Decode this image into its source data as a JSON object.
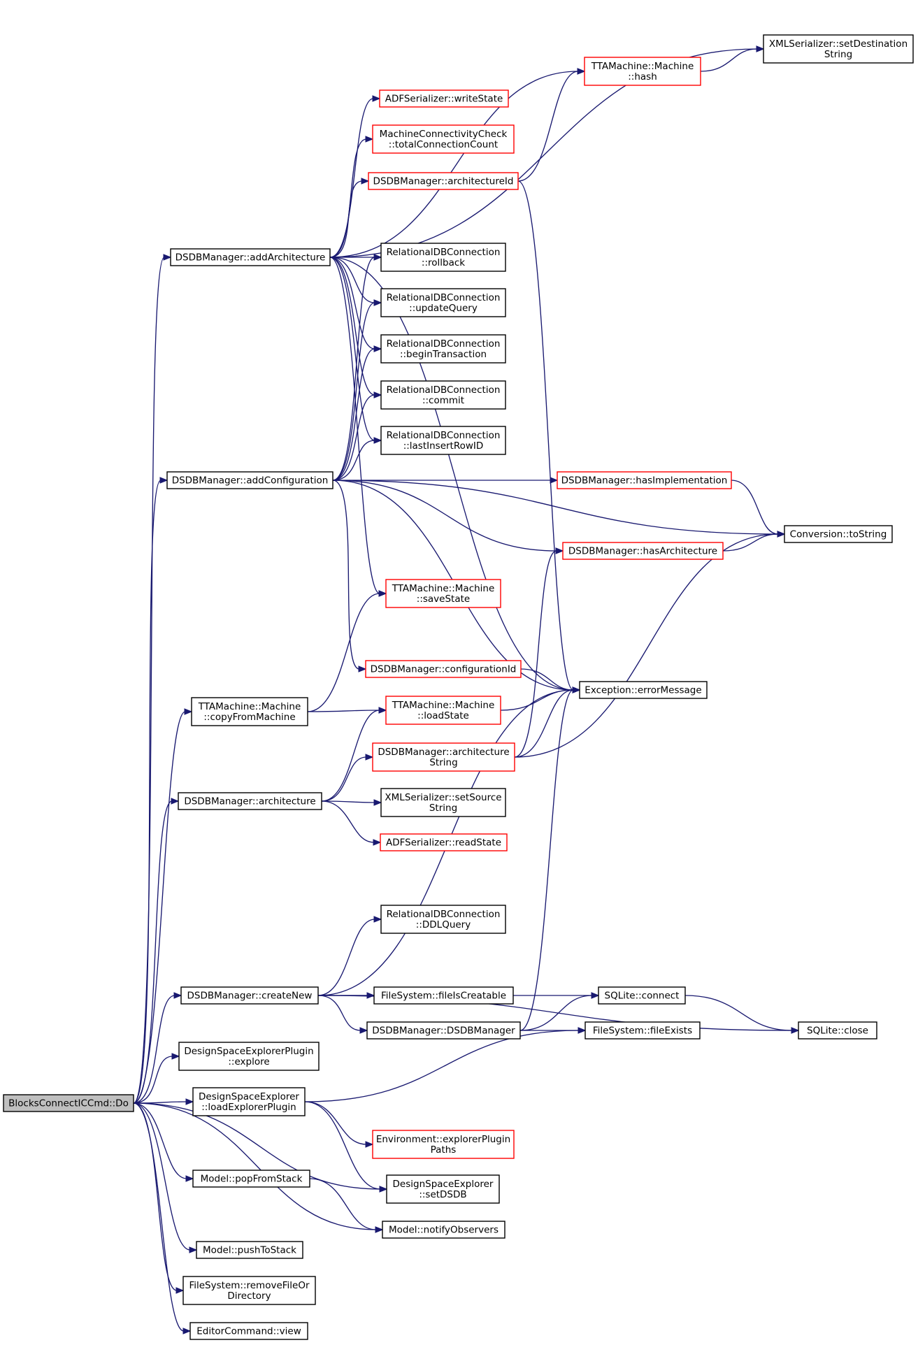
{
  "graph": {
    "title": "",
    "colors": {
      "edge": "#191970",
      "normal_border": "#000000",
      "truncated_border": "#ff0000",
      "root_fill": "#bfbfbf",
      "node_fill": "#ffffff"
    },
    "nodes": [
      {
        "id": "do",
        "name": "node-blocksconnecticcmd-do",
        "label": [
          "BlocksConnectICCmd::Do"
        ],
        "kind": "root"
      },
      {
        "id": "addArch",
        "name": "node-dsdbmanager-addarchitecture",
        "label": [
          "DSDBManager::addArchitecture"
        ],
        "kind": "normal"
      },
      {
        "id": "addConf",
        "name": "node-dsdbmanager-addconfiguration",
        "label": [
          "DSDBManager::addConfiguration"
        ],
        "kind": "normal"
      },
      {
        "id": "copyFrom",
        "name": "node-ttamachine-copyfrommachine",
        "label": [
          "TTAMachine::Machine",
          "::copyFromMachine"
        ],
        "kind": "normal"
      },
      {
        "id": "arch",
        "name": "node-dsdbmanager-architecture",
        "label": [
          "DSDBManager::architecture"
        ],
        "kind": "normal"
      },
      {
        "id": "createNew",
        "name": "node-dsdbmanager-createnew",
        "label": [
          "DSDBManager::createNew"
        ],
        "kind": "normal"
      },
      {
        "id": "explore",
        "name": "node-designspaceexplorerplugin-explore",
        "label": [
          "DesignSpaceExplorerPlugin",
          "::explore"
        ],
        "kind": "normal"
      },
      {
        "id": "loadPlugin",
        "name": "node-designspaceexplorer-loadexplorerplugin",
        "label": [
          "DesignSpaceExplorer",
          "::loadExplorerPlugin"
        ],
        "kind": "normal"
      },
      {
        "id": "popStack",
        "name": "node-model-popfromstack",
        "label": [
          "Model::popFromStack"
        ],
        "kind": "normal"
      },
      {
        "id": "pushStack",
        "name": "node-model-pushtostack",
        "label": [
          "Model::pushToStack"
        ],
        "kind": "normal"
      },
      {
        "id": "removeFile",
        "name": "node-filesystem-removefileordirectory",
        "label": [
          "FileSystem::removeFileOr",
          "Directory"
        ],
        "kind": "normal"
      },
      {
        "id": "view",
        "name": "node-editorcommand-view",
        "label": [
          "EditorCommand::view"
        ],
        "kind": "normal"
      },
      {
        "id": "writeState",
        "name": "node-adfserializer-writestate",
        "label": [
          "ADFSerializer::writeState"
        ],
        "kind": "truncated"
      },
      {
        "id": "totalConn",
        "name": "node-machineconnectivitycheck-totalconnectioncount",
        "label": [
          "MachineConnectivityCheck",
          "::totalConnectionCount"
        ],
        "kind": "truncated"
      },
      {
        "id": "archId",
        "name": "node-dsdbmanager-architectureid",
        "label": [
          "DSDBManager::architectureId"
        ],
        "kind": "truncated"
      },
      {
        "id": "rollback",
        "name": "node-relationaldbconnection-rollback",
        "label": [
          "RelationalDBConnection",
          "::rollback"
        ],
        "kind": "normal"
      },
      {
        "id": "updateQuery",
        "name": "node-relationaldbconnection-updatequery",
        "label": [
          "RelationalDBConnection",
          "::updateQuery"
        ],
        "kind": "normal"
      },
      {
        "id": "beginTx",
        "name": "node-relationaldbconnection-begintransaction",
        "label": [
          "RelationalDBConnection",
          "::beginTransaction"
        ],
        "kind": "normal"
      },
      {
        "id": "commit",
        "name": "node-relationaldbconnection-commit",
        "label": [
          "RelationalDBConnection",
          "::commit"
        ],
        "kind": "normal"
      },
      {
        "id": "lastRow",
        "name": "node-relationaldbconnection-lastinsertrowid",
        "label": [
          "RelationalDBConnection",
          "::lastInsertRowID"
        ],
        "kind": "normal"
      },
      {
        "id": "saveState",
        "name": "node-ttamachine-savestate",
        "label": [
          "TTAMachine::Machine",
          "::saveState"
        ],
        "kind": "truncated"
      },
      {
        "id": "confId",
        "name": "node-dsdbmanager-configurationid",
        "label": [
          "DSDBManager::configurationId"
        ],
        "kind": "truncated"
      },
      {
        "id": "loadState",
        "name": "node-ttamachine-loadstate",
        "label": [
          "TTAMachine::Machine",
          "::loadState"
        ],
        "kind": "truncated"
      },
      {
        "id": "archString",
        "name": "node-dsdbmanager-architecturestring",
        "label": [
          "DSDBManager::architecture",
          "String"
        ],
        "kind": "truncated"
      },
      {
        "id": "setSource",
        "name": "node-xmlserializer-setsourcestring",
        "label": [
          "XMLSerializer::setSource",
          "String"
        ],
        "kind": "normal"
      },
      {
        "id": "readState",
        "name": "node-adfserializer-readstate",
        "label": [
          "ADFSerializer::readState"
        ],
        "kind": "truncated"
      },
      {
        "id": "ddl",
        "name": "node-relationaldbconnection-ddlquery",
        "label": [
          "RelationalDBConnection",
          "::DDLQuery"
        ],
        "kind": "normal"
      },
      {
        "id": "fileCreatable",
        "name": "node-filesystem-fileiscreatable",
        "label": [
          "FileSystem::fileIsCreatable"
        ],
        "kind": "normal"
      },
      {
        "id": "dsdbCtor",
        "name": "node-dsdbmanager-dsdbmanager",
        "label": [
          "DSDBManager::DSDBManager"
        ],
        "kind": "normal"
      },
      {
        "id": "explorerPaths",
        "name": "node-environment-explorerpluginpaths",
        "label": [
          "Environment::explorerPlugin",
          "Paths"
        ],
        "kind": "truncated"
      },
      {
        "id": "setDSDB",
        "name": "node-designspaceexplorer-setdsdb",
        "label": [
          "DesignSpaceExplorer",
          "::setDSDB"
        ],
        "kind": "normal"
      },
      {
        "id": "notify",
        "name": "node-model-notifyobservers",
        "label": [
          "Model::notifyObservers"
        ],
        "kind": "normal"
      },
      {
        "id": "hash",
        "name": "node-ttamachine-hash",
        "label": [
          "TTAMachine::Machine",
          "::hash"
        ],
        "kind": "truncated"
      },
      {
        "id": "hasImpl",
        "name": "node-dsdbmanager-hasimplementation",
        "label": [
          "DSDBManager::hasImplementation"
        ],
        "kind": "truncated"
      },
      {
        "id": "hasArch",
        "name": "node-dsdbmanager-hasarchitecture",
        "label": [
          "DSDBManager::hasArchitecture"
        ],
        "kind": "truncated"
      },
      {
        "id": "errorMsg",
        "name": "node-exception-errormessage",
        "label": [
          "Exception::errorMessage"
        ],
        "kind": "normal"
      },
      {
        "id": "sqlConnect",
        "name": "node-sqlite-connect",
        "label": [
          "SQLite::connect"
        ],
        "kind": "normal"
      },
      {
        "id": "fileExists",
        "name": "node-filesystem-fileexists",
        "label": [
          "FileSystem::fileExists"
        ],
        "kind": "normal"
      },
      {
        "id": "setDest",
        "name": "node-xmlserializer-setdestinationstring",
        "label": [
          "XMLSerializer::setDestination",
          "String"
        ],
        "kind": "normal"
      },
      {
        "id": "toString",
        "name": "node-conversion-tostring",
        "label": [
          "Conversion::toString"
        ],
        "kind": "normal"
      },
      {
        "id": "sqlClose",
        "name": "node-sqlite-close",
        "label": [
          "SQLite::close"
        ],
        "kind": "normal"
      }
    ],
    "edges": [
      [
        "do",
        "addArch"
      ],
      [
        "do",
        "addConf"
      ],
      [
        "do",
        "copyFrom"
      ],
      [
        "do",
        "arch"
      ],
      [
        "do",
        "createNew"
      ],
      [
        "do",
        "explore"
      ],
      [
        "do",
        "loadPlugin"
      ],
      [
        "do",
        "popStack"
      ],
      [
        "do",
        "pushStack"
      ],
      [
        "do",
        "removeFile"
      ],
      [
        "do",
        "view"
      ],
      [
        "do",
        "setDSDB"
      ],
      [
        "do",
        "notify"
      ],
      [
        "addArch",
        "setDest"
      ],
      [
        "addArch",
        "hash"
      ],
      [
        "addArch",
        "writeState"
      ],
      [
        "addArch",
        "totalConn"
      ],
      [
        "addArch",
        "archId"
      ],
      [
        "addArch",
        "rollback"
      ],
      [
        "addArch",
        "updateQuery"
      ],
      [
        "addArch",
        "beginTx"
      ],
      [
        "addArch",
        "commit"
      ],
      [
        "addArch",
        "lastRow"
      ],
      [
        "addArch",
        "saveState"
      ],
      [
        "addArch",
        "errorMsg"
      ],
      [
        "addConf",
        "rollback"
      ],
      [
        "addConf",
        "updateQuery"
      ],
      [
        "addConf",
        "beginTx"
      ],
      [
        "addConf",
        "commit"
      ],
      [
        "addConf",
        "lastRow"
      ],
      [
        "addConf",
        "hasImpl"
      ],
      [
        "addConf",
        "toString"
      ],
      [
        "addConf",
        "hasArch"
      ],
      [
        "addConf",
        "confId"
      ],
      [
        "addConf",
        "errorMsg"
      ],
      [
        "copyFrom",
        "saveState"
      ],
      [
        "copyFrom",
        "loadState"
      ],
      [
        "arch",
        "loadState"
      ],
      [
        "arch",
        "archString"
      ],
      [
        "arch",
        "setSource"
      ],
      [
        "arch",
        "readState"
      ],
      [
        "createNew",
        "errorMsg"
      ],
      [
        "createNew",
        "ddl"
      ],
      [
        "createNew",
        "sqlConnect"
      ],
      [
        "createNew",
        "fileCreatable"
      ],
      [
        "createNew",
        "dsdbCtor"
      ],
      [
        "createNew",
        "sqlClose"
      ],
      [
        "loadPlugin",
        "fileExists"
      ],
      [
        "loadPlugin",
        "explorerPaths"
      ],
      [
        "loadPlugin",
        "setDSDB"
      ],
      [
        "popStack",
        "notify"
      ],
      [
        "archId",
        "hash"
      ],
      [
        "archId",
        "errorMsg"
      ],
      [
        "hash",
        "setDest"
      ],
      [
        "hasImpl",
        "toString"
      ],
      [
        "hasArch",
        "toString"
      ],
      [
        "confId",
        "errorMsg"
      ],
      [
        "loadState",
        "errorMsg"
      ],
      [
        "archString",
        "hasArch"
      ],
      [
        "archString",
        "errorMsg"
      ],
      [
        "archString",
        "toString"
      ],
      [
        "dsdbCtor",
        "sqlConnect"
      ],
      [
        "dsdbCtor",
        "fileExists"
      ],
      [
        "dsdbCtor",
        "errorMsg"
      ],
      [
        "sqlConnect",
        "sqlClose"
      ]
    ]
  }
}
